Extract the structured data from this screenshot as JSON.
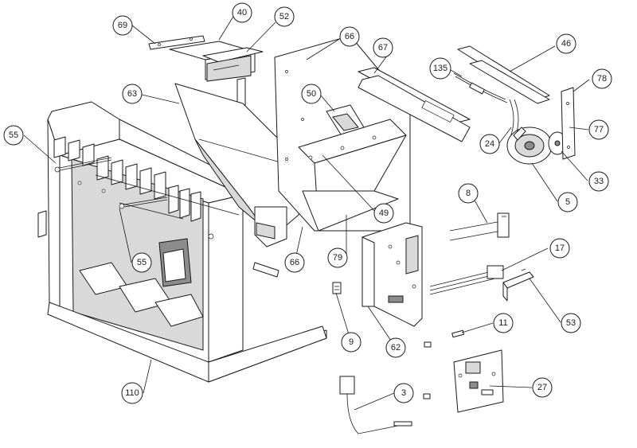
{
  "callouts": [
    {
      "id": "c69",
      "label": "69"
    },
    {
      "id": "c40",
      "label": "40"
    },
    {
      "id": "c52",
      "label": "52"
    },
    {
      "id": "c66a",
      "label": "66"
    },
    {
      "id": "c67",
      "label": "67"
    },
    {
      "id": "c46",
      "label": "46"
    },
    {
      "id": "c135",
      "label": "135"
    },
    {
      "id": "c78",
      "label": "78"
    },
    {
      "id": "c63",
      "label": "63"
    },
    {
      "id": "c50",
      "label": "50"
    },
    {
      "id": "c77",
      "label": "77"
    },
    {
      "id": "c55a",
      "label": "55"
    },
    {
      "id": "c24",
      "label": "24"
    },
    {
      "id": "c33",
      "label": "33"
    },
    {
      "id": "c8",
      "label": "8"
    },
    {
      "id": "c49",
      "label": "49"
    },
    {
      "id": "c5",
      "label": "5"
    },
    {
      "id": "c55b",
      "label": "55"
    },
    {
      "id": "c66b",
      "label": "66"
    },
    {
      "id": "c79",
      "label": "79"
    },
    {
      "id": "c17",
      "label": "17"
    },
    {
      "id": "c53",
      "label": "53"
    },
    {
      "id": "c11",
      "label": "11"
    },
    {
      "id": "c9",
      "label": "9"
    },
    {
      "id": "c62",
      "label": "62"
    },
    {
      "id": "c110",
      "label": "110"
    },
    {
      "id": "c3",
      "label": "3"
    },
    {
      "id": "c27",
      "label": "27"
    }
  ]
}
